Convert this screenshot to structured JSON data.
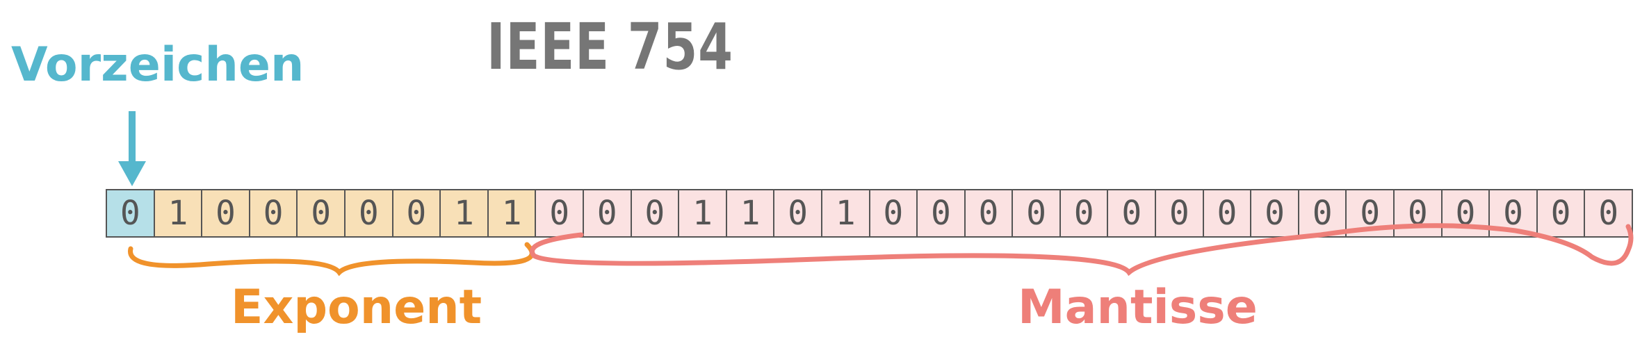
{
  "title": "IEEE 754",
  "labels": {
    "sign": "Vorzeichen",
    "exponent": "Exponent",
    "mantissa": "Mantisse"
  },
  "colors": {
    "title": "#767676",
    "sign": "#55b7cd",
    "exponent": "#f0922b",
    "mantissa": "#ee7f79",
    "sign_fill": "#b6e0e8",
    "exponent_fill": "#f8e0b7",
    "mantissa_fill": "#fbe2e2"
  },
  "bits": {
    "sign": [
      "0"
    ],
    "exponent": [
      "1",
      "0",
      "0",
      "0",
      "0",
      "0",
      "1",
      "1"
    ],
    "mantissa": [
      "0",
      "0",
      "0",
      "1",
      "1",
      "0",
      "1",
      "0",
      "0",
      "0",
      "0",
      "0",
      "0",
      "0",
      "0",
      "0",
      "0",
      "0",
      "0",
      "0",
      "0",
      "0",
      "0"
    ]
  }
}
